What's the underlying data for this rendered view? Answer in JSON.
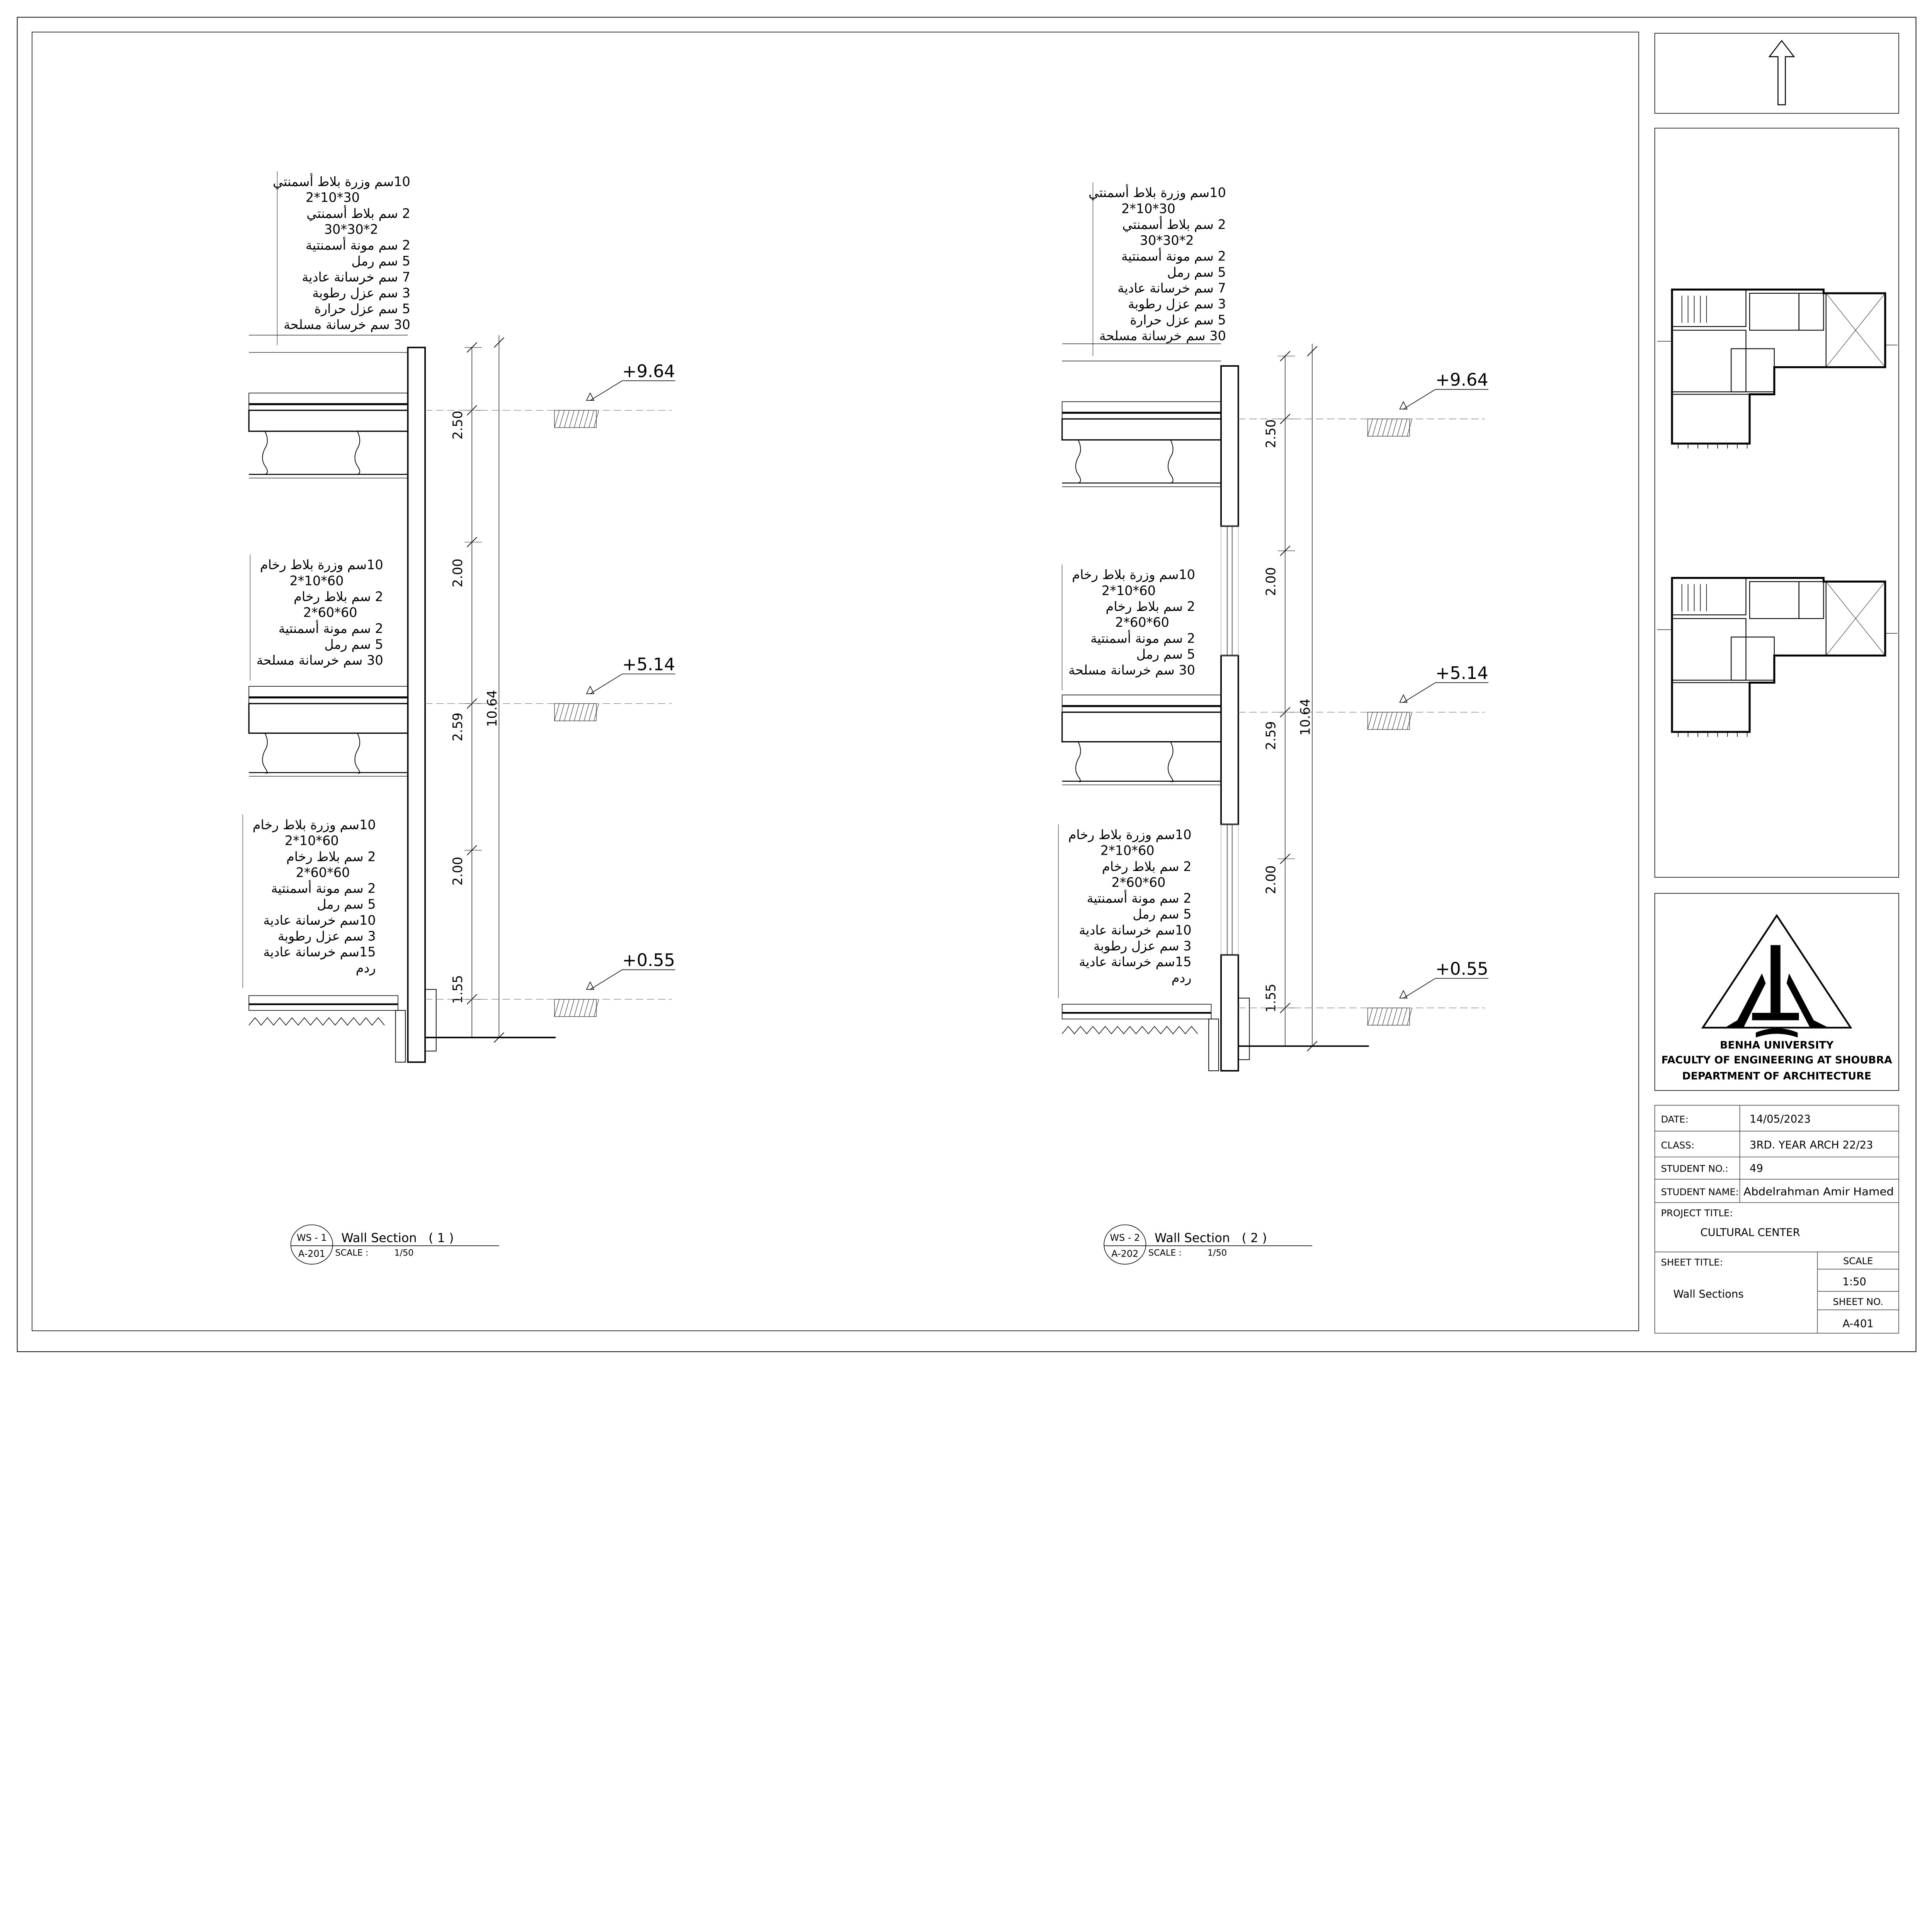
{
  "sections": [
    {
      "id": "WS - 1",
      "ref": "A-201",
      "title": "Wall Section   ( 1 )",
      "scale_label": "SCALE :",
      "scale": "1/50",
      "levels": [
        "+9.64",
        "+5.14",
        "+0.55"
      ],
      "dims": [
        "2.50",
        "2.00",
        "2.59",
        "2.00",
        "1.55"
      ],
      "total_dim": "10.64",
      "notes": [
        [
          "10سم وزرة بلاط أسمنتي",
          "2*10*30",
          "2 سم بلاط  أسمنتي",
          "30*30*2",
          "2 سم مونة أسمنتية",
          "5 سم رمل",
          "7 سم خرسانة عادية",
          "3 سم عزل رطوبة",
          "5 سم عزل حرارة",
          "30 سم خرسانة مسلحة"
        ],
        [
          "10سم وزرة بلاط رخام",
          "2*10*60",
          "2 سم بلاط رخام",
          "2*60*60",
          "2 سم مونة أسمنتية",
          "5 سم رمل",
          "30 سم خرسانة مسلحة"
        ],
        [
          "10سم وزرة بلاط رخام",
          "2*10*60",
          "2 سم بلاط رخام",
          "2*60*60",
          "2 سم مونة أسمنتية",
          "5 سم رمل",
          "10سم خرسانة عادية",
          "3 سم عزل رطوبة",
          "15سم خرسانة عادية",
          "ردم"
        ]
      ]
    },
    {
      "id": "WS - 2",
      "ref": "A-202",
      "title": "Wall Section   ( 2 )",
      "scale_label": "SCALE :",
      "scale": "1/50",
      "levels": [
        "+9.64",
        "+5.14",
        "+0.55"
      ],
      "dims": [
        "2.50",
        "2.00",
        "2.59",
        "2.00",
        "1.55"
      ],
      "total_dim": "10.64",
      "notes": [
        [
          "10سم وزرة بلاط أسمنتي",
          "2*10*30",
          "2 سم بلاط  أسمنتي",
          "30*30*2",
          "2 سم مونة أسمنتية",
          "5 سم رمل",
          "7 سم خرسانة عادية",
          "3 سم عزل رطوبة",
          "5 سم عزل حرارة",
          "30 سم خرسانة مسلحة"
        ],
        [
          "10سم وزرة بلاط رخام",
          "2*10*60",
          "2 سم بلاط رخام",
          "2*60*60",
          "2 سم مونة أسمنتية",
          "5 سم رمل",
          "30 سم خرسانة مسلحة"
        ],
        [
          "10سم وزرة بلاط رخام",
          "2*10*60",
          "2 سم بلاط رخام",
          "2*60*60",
          "2 سم مونة أسمنتية",
          "5 سم رمل",
          "10سم خرسانة عادية",
          "3 سم عزل رطوبة",
          "15سم خرسانة عادية",
          "ردم"
        ]
      ]
    }
  ],
  "logo": {
    "lines": [
      "BENHA UNIVERSITY",
      "FACULTY OF ENGINEERING AT SHOUBRA",
      "DEPARTMENT OF ARCHITECTURE"
    ]
  },
  "title_block": {
    "date_label": "DATE:",
    "date": "14/05/2023",
    "class_label": "CLASS:",
    "class": "3RD. YEAR ARCH 22/23",
    "student_no_label": "STUDENT NO.:",
    "student_no": "49",
    "student_name_label": "STUDENT NAME:",
    "student_name": "Abdelrahman Amir Hamed",
    "project_title_label": "PROJECT TITLE:",
    "project_title": "CULTURAL CENTER",
    "sheet_title_label": "SHEET TITLE:",
    "sheet_title": "Wall Sections",
    "scale_label": "SCALE",
    "scale": "1:50",
    "sheet_no_label": "SHEET NO.",
    "sheet_no": "A-401"
  },
  "icons": {
    "north": "north-arrow-icon"
  },
  "colors": {
    "ink": "#000000",
    "frame": "#555555",
    "background": "#ffffff"
  }
}
